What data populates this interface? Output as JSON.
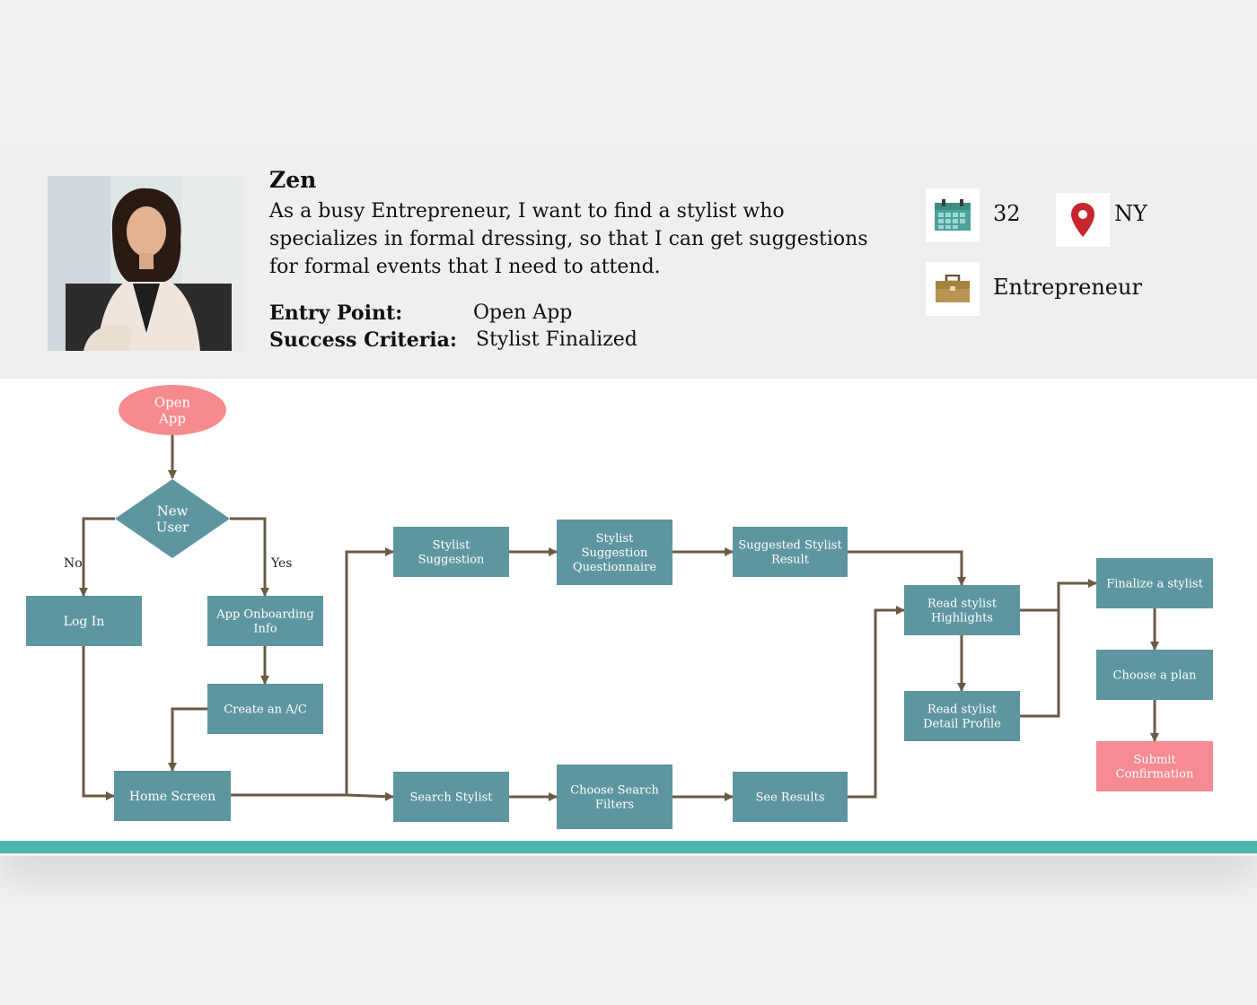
{
  "persona": {
    "name": "Zen",
    "story": "As a busy Entrepreneur, I want to find a stylist who specializes in formal dressing, so that I can get suggestions for formal events that I need to attend.",
    "entry_point_label": "Entry Point:",
    "entry_point_value": "Open App",
    "success_label": "Success Criteria:",
    "success_value": "Stylist Finalized",
    "age": "32",
    "location": "NY",
    "occupation": "Entrepreneur"
  },
  "colors": {
    "node": "#5e96a0",
    "start": "#f68b8f",
    "end": "#f78b93",
    "arrow": "#6b5a44",
    "accent_bar": "#4db6ac"
  },
  "icons": [
    "calendar-icon",
    "map-pin-icon",
    "briefcase-icon"
  ],
  "flow": {
    "nodes": {
      "open_app": "Open\nApp",
      "new_user": "New\nUser",
      "log_in": "Log In",
      "onboarding": "App Onboarding\nInfo",
      "create_ac": "Create an A/C",
      "home": "Home Screen",
      "stylist_suggestion": "Stylist\nSuggestion",
      "questionnaire": "Stylist\nSuggestion\nQuestionnaire",
      "suggested_result": "Suggested Stylist\nResult",
      "search_stylist": "Search Stylist",
      "choose_filters": "Choose Search\nFilters",
      "see_results": "See Results",
      "read_highlights": "Read stylist\nHighlights",
      "read_profile": "Read stylist\nDetail Profile",
      "finalize": "Finalize a stylist",
      "choose_plan": "Choose a plan",
      "submit": "Submit\nConfirmation"
    },
    "edge_labels": {
      "no": "No",
      "yes": "Yes"
    }
  }
}
